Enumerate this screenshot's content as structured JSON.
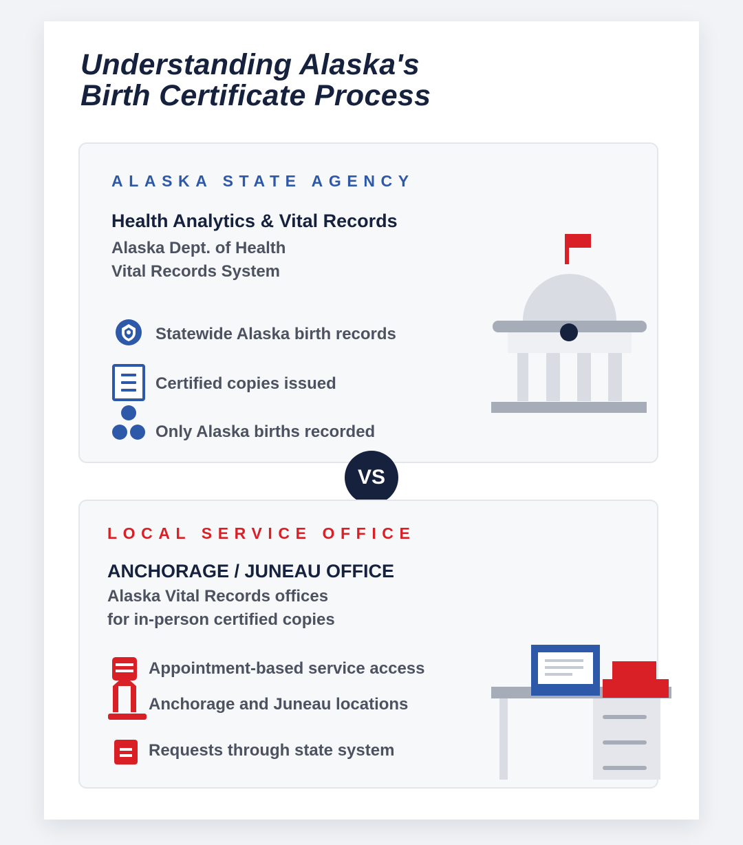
{
  "title": {
    "line1": "Understanding Alaska's",
    "line2": "Birth Certificate Process"
  },
  "state_card": {
    "kicker": "ALASKA STATE AGENCY",
    "org_name": "Health Analytics & Vital Records",
    "subtitle_line1": "Alaska Dept. of Health",
    "subtitle_line2": "Vital Records System",
    "features": [
      {
        "icon": "shield-icon",
        "text": "Statewide Alaska birth records"
      },
      {
        "icon": "document-icon",
        "text": "Certified copies issued"
      },
      {
        "icon": "group-icon",
        "text": "Only Alaska births recorded"
      }
    ],
    "illustration": "capitol-building-icon"
  },
  "vs_label": "VS",
  "local_card": {
    "kicker": "LOCAL SERVICE OFFICE",
    "org_name": "ANCHORAGE / JUNEAU OFFICE",
    "subtitle_line1": "Alaska Vital Records offices",
    "subtitle_line2": "for in-person certified copies",
    "features": [
      {
        "icon": "kiosk-icon",
        "text": "Appointment-based service access"
      },
      {
        "icon": "kiosk-icon",
        "text": "Anchorage and Juneau locations"
      },
      {
        "icon": "form-icon",
        "text": "Requests through state system"
      }
    ],
    "illustration": "office-desk-icon"
  },
  "colors": {
    "navy": "#16213e",
    "blue": "#2e58a8",
    "red": "#d92026",
    "gray_text": "#4c5260",
    "card_bg": "#f7f8fa"
  }
}
